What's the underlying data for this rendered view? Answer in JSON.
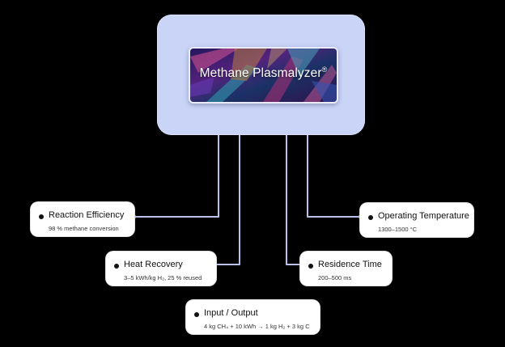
{
  "device": {
    "title": "Methane Plasmalyzer",
    "trademark": "®"
  },
  "cards": {
    "reaction_efficiency": {
      "title": "Reaction Efficiency",
      "value": "98 % methane conversion"
    },
    "heat_recovery": {
      "title": "Heat Recovery",
      "value": "3–5 kWh/kg H₂, 25 % reused"
    },
    "input_output": {
      "title": "Input / Output",
      "value": "4 kg CH₄ + 10 kWh → 1 kg H₂ + 3 kg C"
    },
    "operating_temperature": {
      "title": "Operating Temperature",
      "value": "1300–1500 °C"
    },
    "residence_time": {
      "title": "Residence Time",
      "value": "200–500 ms"
    }
  },
  "colors": {
    "background": "#000000",
    "panel": "#c9d4f7",
    "connector": "#b9c3ea",
    "card": "#ffffff"
  }
}
